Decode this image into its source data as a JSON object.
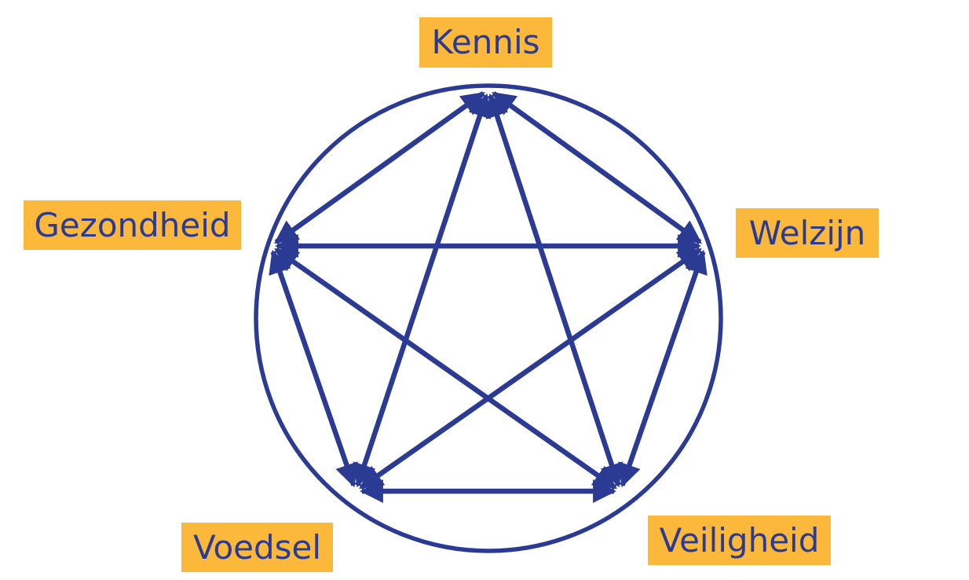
{
  "diagram": {
    "colors": {
      "stroke": "#2b3b94",
      "label_background": "#fbb83a",
      "label_text": "#2b3b94"
    },
    "nodes": [
      {
        "id": "kennis",
        "label": "Kennis"
      },
      {
        "id": "gezondheid",
        "label": "Gezondheid"
      },
      {
        "id": "welzijn",
        "label": "Welzijn"
      },
      {
        "id": "voedsel",
        "label": "Voedsel"
      },
      {
        "id": "veiligheid",
        "label": "Veiligheid"
      }
    ],
    "connections": [
      {
        "from": "kennis",
        "to": "gezondheid",
        "arrows": "both"
      },
      {
        "from": "kennis",
        "to": "welzijn",
        "arrows": "both"
      },
      {
        "from": "kennis",
        "to": "voedsel",
        "arrows": "both"
      },
      {
        "from": "kennis",
        "to": "veiligheid",
        "arrows": "both"
      },
      {
        "from": "gezondheid",
        "to": "welzijn",
        "arrows": "both"
      },
      {
        "from": "gezondheid",
        "to": "voedsel",
        "arrows": "both"
      },
      {
        "from": "gezondheid",
        "to": "veiligheid",
        "arrows": "both"
      },
      {
        "from": "welzijn",
        "to": "voedsel",
        "arrows": "both"
      },
      {
        "from": "welzijn",
        "to": "veiligheid",
        "arrows": "both"
      },
      {
        "from": "voedsel",
        "to": "veiligheid",
        "arrows": "both"
      }
    ]
  }
}
